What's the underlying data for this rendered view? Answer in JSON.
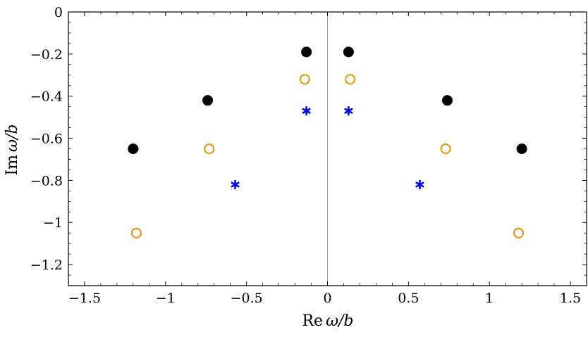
{
  "chart_data": {
    "type": "scatter",
    "xlabel": {
      "op": "Re",
      "var": "ω/b"
    },
    "ylabel": {
      "op": "Im",
      "var": "ω/b"
    },
    "xlim": [
      -1.6,
      1.6
    ],
    "ylim": [
      -1.3,
      0
    ],
    "x_ticks": [
      -1.5,
      -1,
      -0.5,
      0,
      0.5,
      1,
      1.5
    ],
    "x_tick_labels": [
      "−1.5",
      "−1",
      "−0.5",
      "0",
      "0.5",
      "1",
      "1.5"
    ],
    "y_ticks": [
      0,
      -0.2,
      -0.4,
      -0.6,
      -0.8,
      -1,
      -1.2
    ],
    "y_tick_labels": [
      "0",
      "−0.2",
      "−0.4",
      "−0.6",
      "−0.8",
      "−1",
      "−1.2"
    ],
    "grid": false,
    "zero_line": "vertical line at x = 0",
    "series": [
      {
        "marker": "filled-circle",
        "color": "#000000",
        "points": [
          [
            -1.2,
            -0.65
          ],
          [
            -0.74,
            -0.42
          ],
          [
            -0.13,
            -0.19
          ],
          [
            0.13,
            -0.19
          ],
          [
            0.74,
            -0.42
          ],
          [
            1.2,
            -0.65
          ]
        ]
      },
      {
        "marker": "open-circle",
        "color": "#f08c00",
        "points": [
          [
            -1.18,
            -1.05
          ],
          [
            -0.73,
            -0.65
          ],
          [
            -0.14,
            -0.32
          ],
          [
            0.14,
            -0.32
          ],
          [
            0.73,
            -0.65
          ],
          [
            1.18,
            -1.05
          ]
        ]
      },
      {
        "marker": "asterisk",
        "color": "#0000e6",
        "points": [
          [
            -0.57,
            -0.82
          ],
          [
            -0.13,
            -0.47
          ],
          [
            0.13,
            -0.47
          ],
          [
            0.57,
            -0.82
          ]
        ]
      }
    ]
  }
}
